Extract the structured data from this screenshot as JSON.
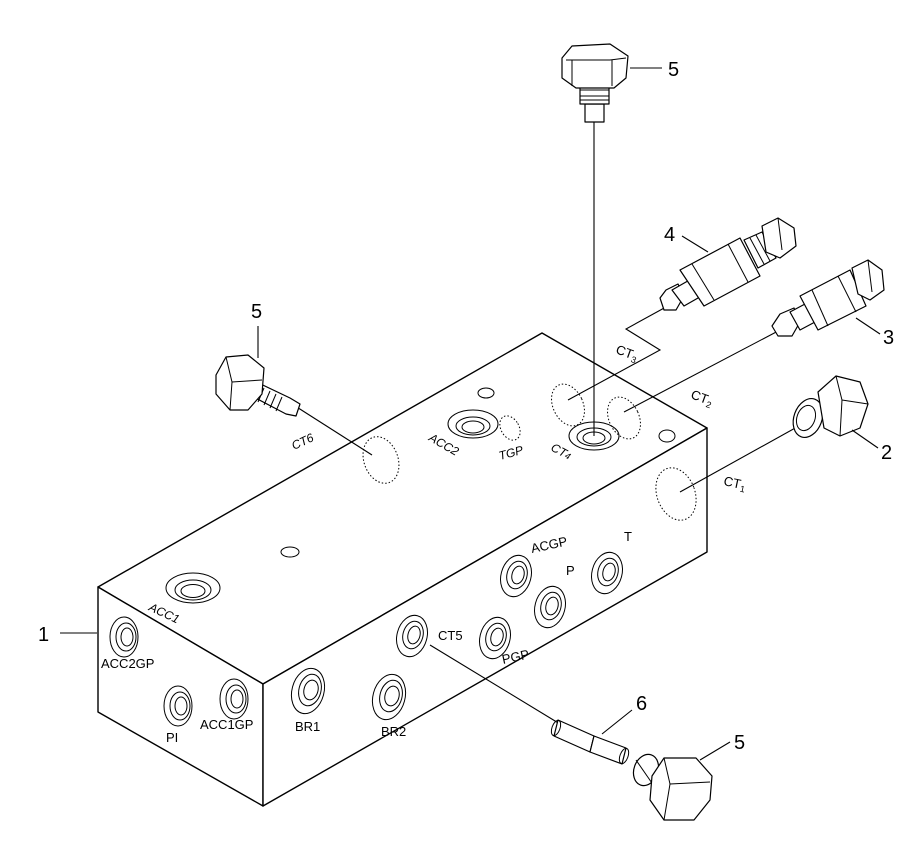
{
  "callouts": {
    "c1": "1",
    "c2": "2",
    "c3": "3",
    "c4": "4",
    "c5_top": "5",
    "c5_left": "5",
    "c5_bottom": "5",
    "c6": "6"
  },
  "ports": {
    "acc2gp": "ACC2GP",
    "pi": "PI",
    "acc1gp": "ACC1GP",
    "br1": "BR1",
    "br2": "BR2",
    "ct5": "CT5",
    "pgp": "PGP",
    "acgp": "ACGP",
    "p": "P",
    "t": "T",
    "acc1": "ACC1",
    "acc2": "ACC2",
    "tgp": "TGP",
    "ct6": "CT6",
    "ct4_main": "CT",
    "ct4_sub": "4",
    "ct3_main": "CT",
    "ct3_sub": "3",
    "ct2_main": "CT",
    "ct2_sub": "2",
    "ct1_main": "CT",
    "ct1_sub": "1"
  }
}
